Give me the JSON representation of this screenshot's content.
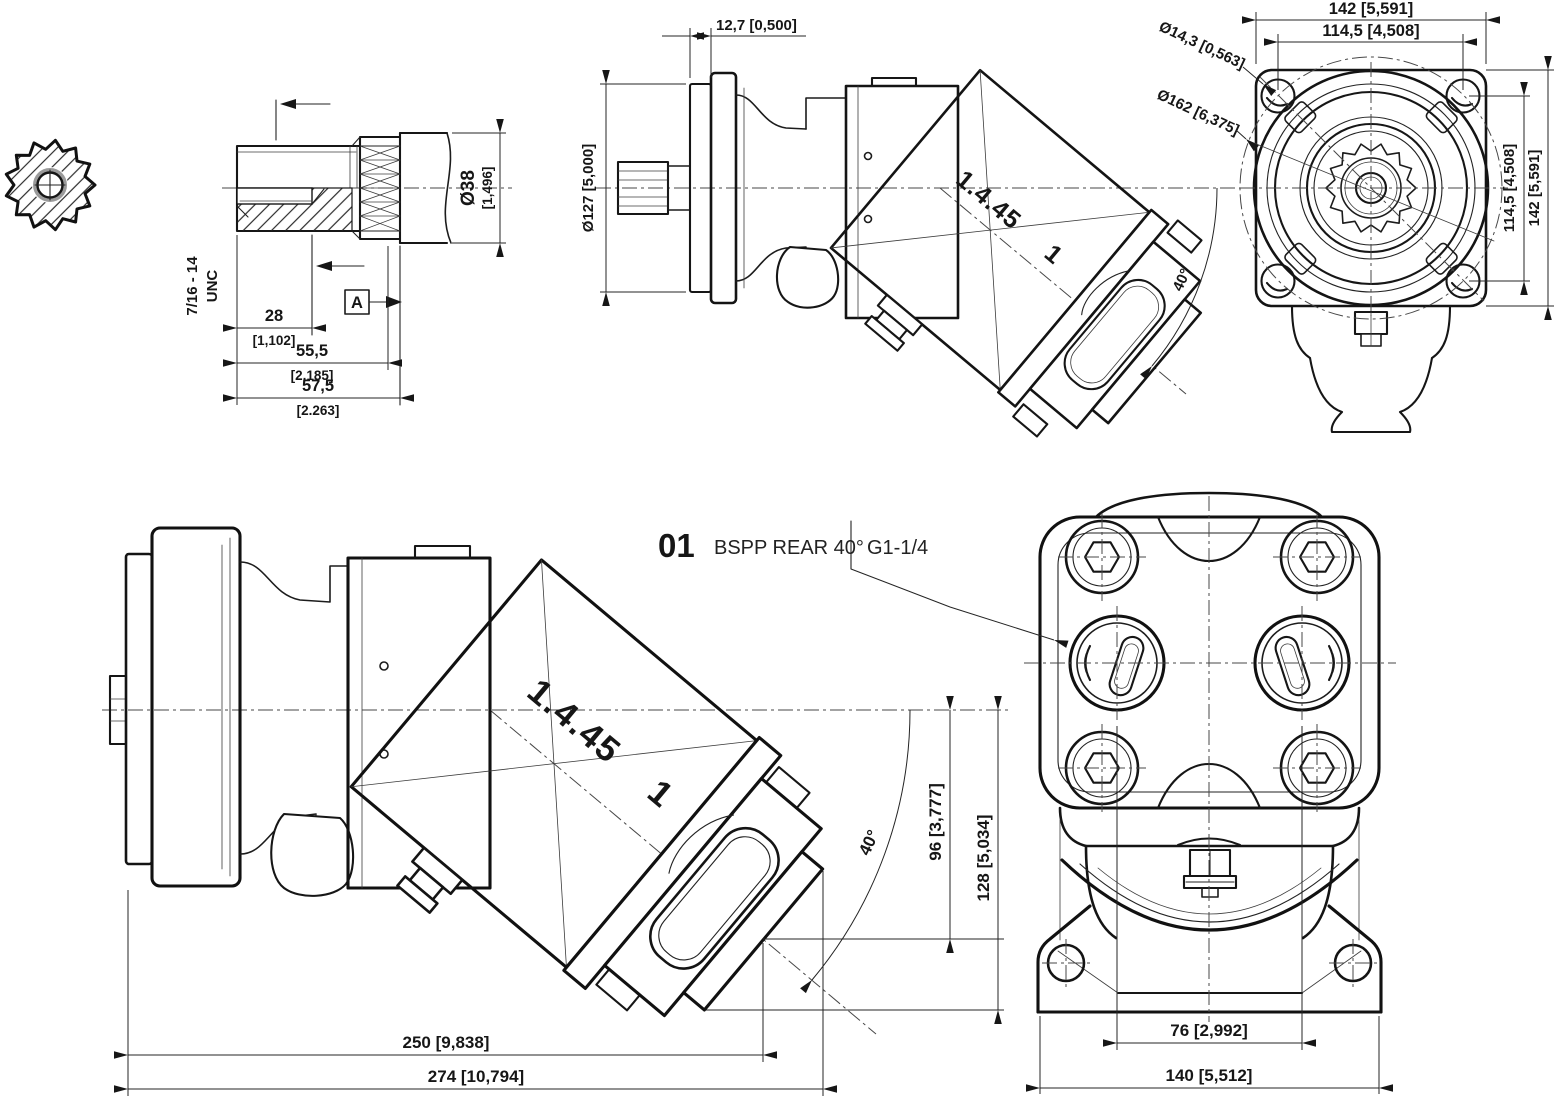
{
  "views": {
    "shaft": {
      "thread": "7/16 - 14",
      "thread2": "UNC",
      "datum": "A",
      "dia": "Ø38",
      "dia_in": "[1,496]",
      "l1": "28",
      "l1_in": "[1,102]",
      "l2": "55,5",
      "l2_in": "[2,185]",
      "l3": "57,5",
      "l3_in": "[2.263]"
    },
    "side": {
      "pilot_thickness": "12,7 [0,500]",
      "pilot_dia": "Ø127 [5,000]",
      "angle": "40°",
      "marking": "1.4.45",
      "marking2": "1"
    },
    "front": {
      "width": "142 [5,591]",
      "bolt_spacing": "114,5 [4,508]",
      "height": "142 [5,591]",
      "bolt_spacing_v": "114,5 [4,508]",
      "bolt_hole_dia": "Ø14,3 [0,563]",
      "pitch_dia": "Ø162 [6,375]"
    },
    "large": {
      "len_port_face": "250 [9,838]",
      "len_overall": "274 [10,794]",
      "h_port_face": "96 [3,777]",
      "h_overall": "128 [5,034]",
      "angle": "40°",
      "marking": "1.4.45",
      "marking2": "1"
    },
    "rear": {
      "port_spacing": "76 [2,992]",
      "width": "140 [5,512]"
    },
    "callout": {
      "code": "01",
      "label": "BSPP REAR 40°",
      "port": "G1-1/4"
    }
  }
}
